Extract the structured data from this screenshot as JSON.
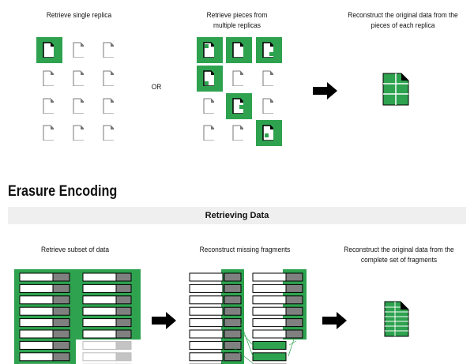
{
  "replication": {
    "single_label": "Retrieve single replica",
    "pieces_label": "Retrieve pieces from multiple replicas",
    "or_label": "OR",
    "reconstruct_label": "Reconstruct the original data from the pieces of each replica"
  },
  "erasure": {
    "heading": "Erasure Encoding",
    "section_title": "Retrieving Data",
    "subset_label": "Retrieve subset of data",
    "missing_label": "Reconstruct missing fragments",
    "complete_label": "Reconstruct the original data from the complete set of fragments"
  },
  "colors": {
    "green": "#2ea24f",
    "gray": "#808080",
    "light_gray": "#c4c4c4"
  }
}
